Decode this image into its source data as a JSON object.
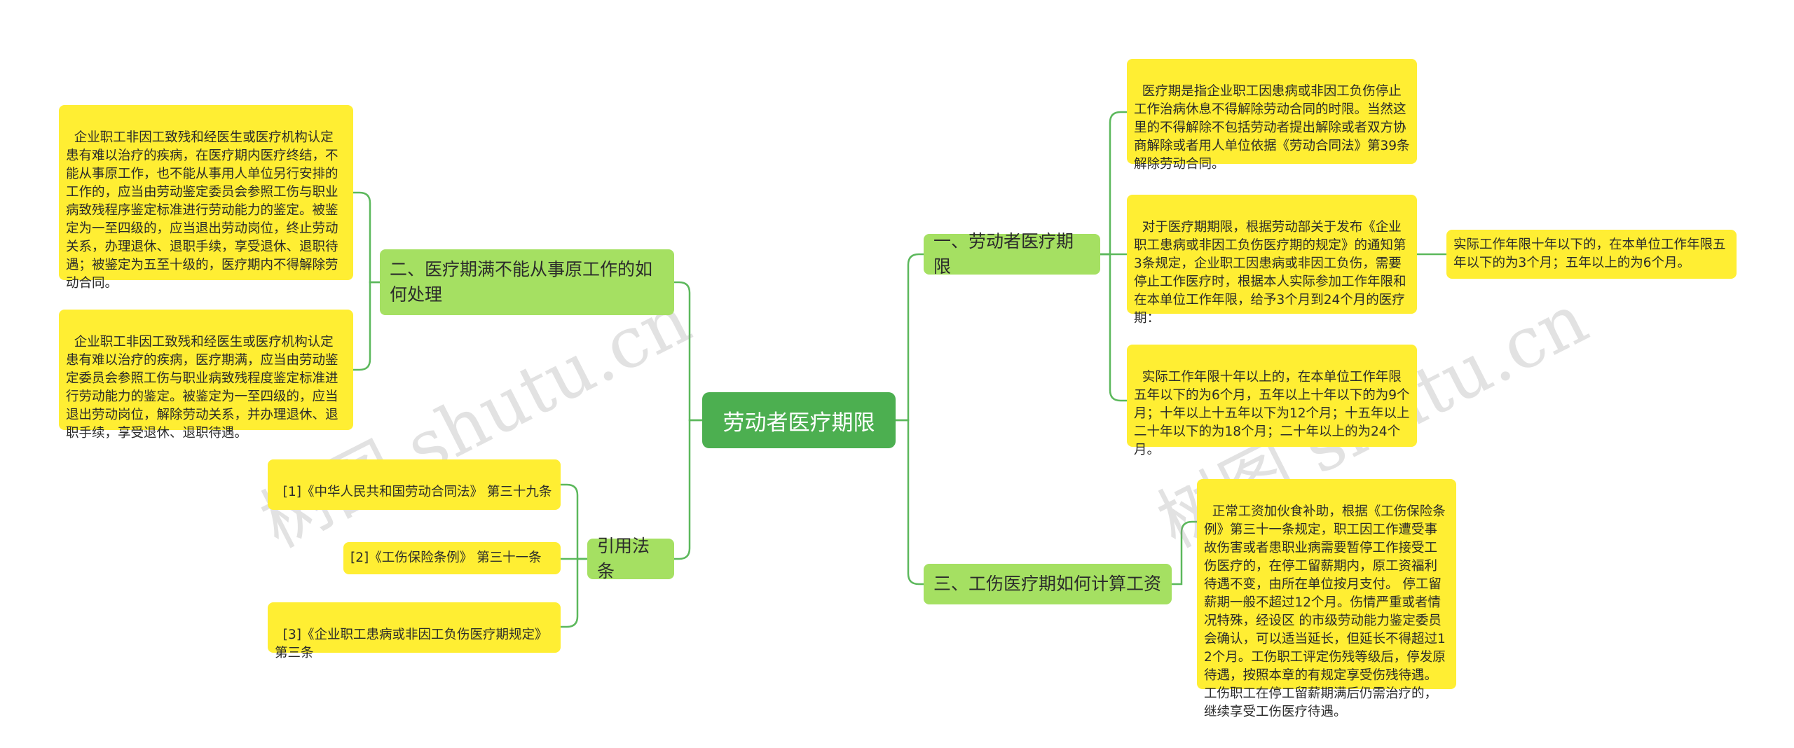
{
  "root": {
    "label": "劳动者医疗期限"
  },
  "branches": {
    "b1": {
      "label": "一、劳动者医疗期限"
    },
    "b2": {
      "label": "二、医疗期满不能从事原工作的如何处理"
    },
    "b3": {
      "label": "三、工伤医疗期如何计算工资"
    },
    "b4": {
      "label": "引用法条"
    }
  },
  "leaves": {
    "r1": {
      "text": "医疗期是指企业职工因患病或非因工负伤停止工作治病休息不得解除劳动合同的时限。当然这里的不得解除不包括劳动者提出解除或者双方协商解除或者用人单位依据《劳动合同法》第39条解除劳动合同。"
    },
    "r2": {
      "text": "对于医疗期期限，根据劳动部关于发布《企业职工患病或非因工负伤医疗期的规定》的通知第3条规定，企业职工因患病或非因工负伤，需要停止工作医疗时，根据本人实际参加工作年限和在本单位工作年限，给予3个月到24个月的医疗期："
    },
    "r2a": {
      "text": "实际工作年限十年以下的，在本单位工作年限五年以下的为3个月；五年以上的为6个月。"
    },
    "r3": {
      "text": "实际工作年限十年以上的，在本单位工作年限五年以下的为6个月，五年以上十年以下的为9个月；十年以上十五年以下为12个月；十五年以上二十年以下的为18个月；二十年以上的为24个月。"
    },
    "r4": {
      "text": "正常工资加伙食补助，根据《工伤保险条例》第三十一条规定，职工因工作遭受事故伤害或者患职业病需要暂停工作接受工伤医疗的，在停工留薪期内，原工资福利待遇不变，由所在单位按月支付。 停工留薪期一般不超过12个月。伤情严重或者情况特殊，经设区 的市级劳动能力鉴定委员会确认，可以适当延长，但延长不得超过12个月。工伤职工评定伤残等级后，停发原待遇，按照本章的有规定享受伤残待遇。工伤职工在停工留薪期满后仍需治疗的，继续享受工伤医疗待遇。"
    },
    "l1": {
      "text": "企业职工非因工致残和经医生或医疗机构认定患有难以治疗的疾病，在医疗期内医疗终结，不能从事原工作，也不能从事用人单位另行安排的工作的，应当由劳动鉴定委员会参照工伤与职业病致残程序鉴定标准进行劳动能力的鉴定。被鉴定为一至四级的，应当退出劳动岗位，终止劳动关系，办理退休、退职手续，享受退休、退职待遇；被鉴定为五至十级的，医疗期内不得解除劳动合同。"
    },
    "l2": {
      "text": "企业职工非因工致残和经医生或医疗机构认定患有难以治疗的疾病，医疗期满，应当由劳动鉴定委员会参照工伤与职业病致残程度鉴定标准进行劳动能力的鉴定。被鉴定为一至四级的，应当退出劳动岗位，解除劳动关系，并办理退休、退职手续，享受退休、退职待遇。"
    },
    "c1": {
      "text": "[1]《中华人民共和国劳动合同法》 第三十九条"
    },
    "c2": {
      "text": "[2]《工伤保险条例》 第三十一条"
    },
    "c3": {
      "text": "[3]《企业职工患病或非因工负伤医疗期规定》 第三条"
    }
  },
  "watermarks": [
    "树图 shutu.cn",
    "树图 shutu.cn"
  ],
  "colors": {
    "root": "#4caf50",
    "branch": "#a5e062",
    "leaf": "#ffee33",
    "line": "#5cb85c"
  }
}
